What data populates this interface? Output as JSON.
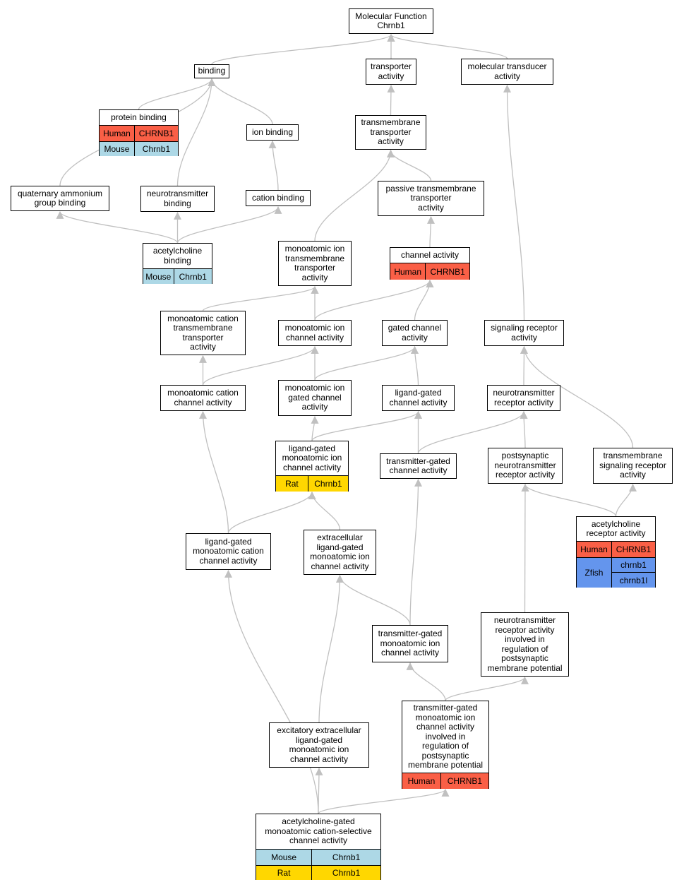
{
  "colors": {
    "edge": "#c0c0c0",
    "border": "#000000",
    "Human": "#fa5f46",
    "Mouse": "#add8e6",
    "Rat": "#ffd700",
    "Zfish": "#6495ed"
  },
  "nodes": {
    "mf": {
      "label": "Molecular Function\nChrnb1",
      "genes": []
    },
    "binding": {
      "label": "binding",
      "genes": []
    },
    "transporter": {
      "label": "transporter\nactivity",
      "genes": []
    },
    "moltransducer": {
      "label": "molecular transducer\nactivity",
      "genes": []
    },
    "proteinbinding": {
      "label": "protein binding",
      "genes": [
        {
          "species": "Human",
          "genes": [
            "CHRNB1"
          ]
        },
        {
          "species": "Mouse",
          "genes": [
            "Chrnb1"
          ]
        }
      ]
    },
    "ionbinding": {
      "label": "ion binding",
      "genes": []
    },
    "tmtransporter": {
      "label": "transmembrane\ntransporter\nactivity",
      "genes": []
    },
    "quaternary": {
      "label": "quaternary ammonium\ngroup binding",
      "genes": []
    },
    "ntbinding": {
      "label": "neurotransmitter\nbinding",
      "genes": []
    },
    "cationbinding": {
      "label": "cation binding",
      "genes": []
    },
    "passivetm": {
      "label": "passive transmembrane\ntransporter\nactivity",
      "genes": []
    },
    "achbinding": {
      "label": "acetylcholine\nbinding",
      "genes": [
        {
          "species": "Mouse",
          "genes": [
            "Chrnb1"
          ]
        }
      ]
    },
    "monoiontm": {
      "label": "monoatomic ion\ntransmembrane\ntransporter\nactivity",
      "genes": []
    },
    "channel": {
      "label": "channel activity",
      "genes": [
        {
          "species": "Human",
          "genes": [
            "CHRNB1"
          ]
        }
      ]
    },
    "monocationtm": {
      "label": "monoatomic cation\ntransmembrane\ntransporter\nactivity",
      "genes": []
    },
    "monoionchannel": {
      "label": "monoatomic ion\nchannel activity",
      "genes": []
    },
    "gatedchannel": {
      "label": "gated channel\nactivity",
      "genes": []
    },
    "signalingreceptor": {
      "label": "signaling receptor\nactivity",
      "genes": []
    },
    "monocationchannel": {
      "label": "monoatomic cation\nchannel activity",
      "genes": []
    },
    "monoiongated": {
      "label": "monoatomic ion\ngated channel\nactivity",
      "genes": []
    },
    "ligandgated": {
      "label": "ligand-gated\nchannel activity",
      "genes": []
    },
    "ntreceptor": {
      "label": "neurotransmitter\nreceptor activity",
      "genes": []
    },
    "lgmonoion": {
      "label": "ligand-gated\nmonoatomic ion\nchannel activity",
      "genes": [
        {
          "species": "Rat",
          "genes": [
            "Chrnb1"
          ]
        }
      ]
    },
    "transmittergated": {
      "label": "transmitter-gated\nchannel activity",
      "genes": []
    },
    "postsynaptic": {
      "label": "postsynaptic\nneurotransmitter\nreceptor activity",
      "genes": []
    },
    "tmsignaling": {
      "label": "transmembrane\nsignaling receptor\nactivity",
      "genes": []
    },
    "lgmonocation": {
      "label": "ligand-gated\nmonoatomic cation\nchannel activity",
      "genes": []
    },
    "extracellular": {
      "label": "extracellular\nligand-gated\nmonoatomic ion\nchannel activity",
      "genes": []
    },
    "achreceptor": {
      "label": "acetylcholine\nreceptor activity",
      "genes": [
        {
          "species": "Human",
          "genes": [
            "CHRNB1"
          ]
        },
        {
          "species": "Zfish",
          "genes": [
            "chrnb1",
            "chrnb1l"
          ]
        }
      ]
    },
    "tgmonoion": {
      "label": "transmitter-gated\nmonoatomic ion\nchannel activity",
      "genes": []
    },
    "ntreceptorreg": {
      "label": "neurotransmitter\nreceptor activity\ninvolved in\nregulation of\npostsynaptic\nmembrane potential",
      "genes": []
    },
    "tgreg": {
      "label": "transmitter-gated\nmonoatomic ion\nchannel activity\ninvolved in\nregulation of\npostsynaptic\nmembrane potential",
      "genes": [
        {
          "species": "Human",
          "genes": [
            "CHRNB1"
          ]
        }
      ]
    },
    "excitatory": {
      "label": "excitatory extracellular\nligand-gated\nmonoatomic ion\nchannel activity",
      "genes": []
    },
    "achgated": {
      "label": "acetylcholine-gated\nmonoatomic cation-selective\nchannel activity",
      "genes": [
        {
          "species": "Mouse",
          "genes": [
            "Chrnb1"
          ]
        },
        {
          "species": "Rat",
          "genes": [
            "Chrnb1"
          ]
        }
      ]
    }
  },
  "edges": [
    [
      "binding",
      "mf"
    ],
    [
      "transporter",
      "mf"
    ],
    [
      "moltransducer",
      "mf"
    ],
    [
      "proteinbinding",
      "binding"
    ],
    [
      "ionbinding",
      "binding"
    ],
    [
      "quaternary",
      "binding"
    ],
    [
      "ntbinding",
      "binding"
    ],
    [
      "cationbinding",
      "ionbinding"
    ],
    [
      "tmtransporter",
      "transporter"
    ],
    [
      "passivetm",
      "tmtransporter"
    ],
    [
      "monoiontm",
      "tmtransporter"
    ],
    [
      "achbinding",
      "quaternary"
    ],
    [
      "achbinding",
      "ntbinding"
    ],
    [
      "achbinding",
      "cationbinding"
    ],
    [
      "channel",
      "passivetm"
    ],
    [
      "monocationtm",
      "monoiontm"
    ],
    [
      "monoionchannel",
      "monoiontm"
    ],
    [
      "monoionchannel",
      "channel"
    ],
    [
      "gatedchannel",
      "channel"
    ],
    [
      "signalingreceptor",
      "moltransducer"
    ],
    [
      "monocationchannel",
      "monocationtm"
    ],
    [
      "monocationchannel",
      "monoionchannel"
    ],
    [
      "monoiongated",
      "monoionchannel"
    ],
    [
      "monoiongated",
      "gatedchannel"
    ],
    [
      "ligandgated",
      "gatedchannel"
    ],
    [
      "ntreceptor",
      "signalingreceptor"
    ],
    [
      "lgmonoion",
      "monoiongated"
    ],
    [
      "lgmonoion",
      "ligandgated"
    ],
    [
      "transmittergated",
      "ligandgated"
    ],
    [
      "transmittergated",
      "ntreceptor"
    ],
    [
      "postsynaptic",
      "ntreceptor"
    ],
    [
      "tmsignaling",
      "signalingreceptor"
    ],
    [
      "lgmonocation",
      "monocationchannel"
    ],
    [
      "lgmonocation",
      "lgmonoion"
    ],
    [
      "extracellular",
      "lgmonoion"
    ],
    [
      "achreceptor",
      "postsynaptic"
    ],
    [
      "achreceptor",
      "tmsignaling"
    ],
    [
      "tgmonoion",
      "extracellular"
    ],
    [
      "tgmonoion",
      "transmittergated"
    ],
    [
      "ntreceptorreg",
      "postsynaptic"
    ],
    [
      "tgreg",
      "tgmonoion"
    ],
    [
      "tgreg",
      "ntreceptorreg"
    ],
    [
      "excitatory",
      "extracellular"
    ],
    [
      "achgated",
      "lgmonocation"
    ],
    [
      "achgated",
      "excitatory"
    ],
    [
      "achgated",
      "tgreg"
    ]
  ]
}
